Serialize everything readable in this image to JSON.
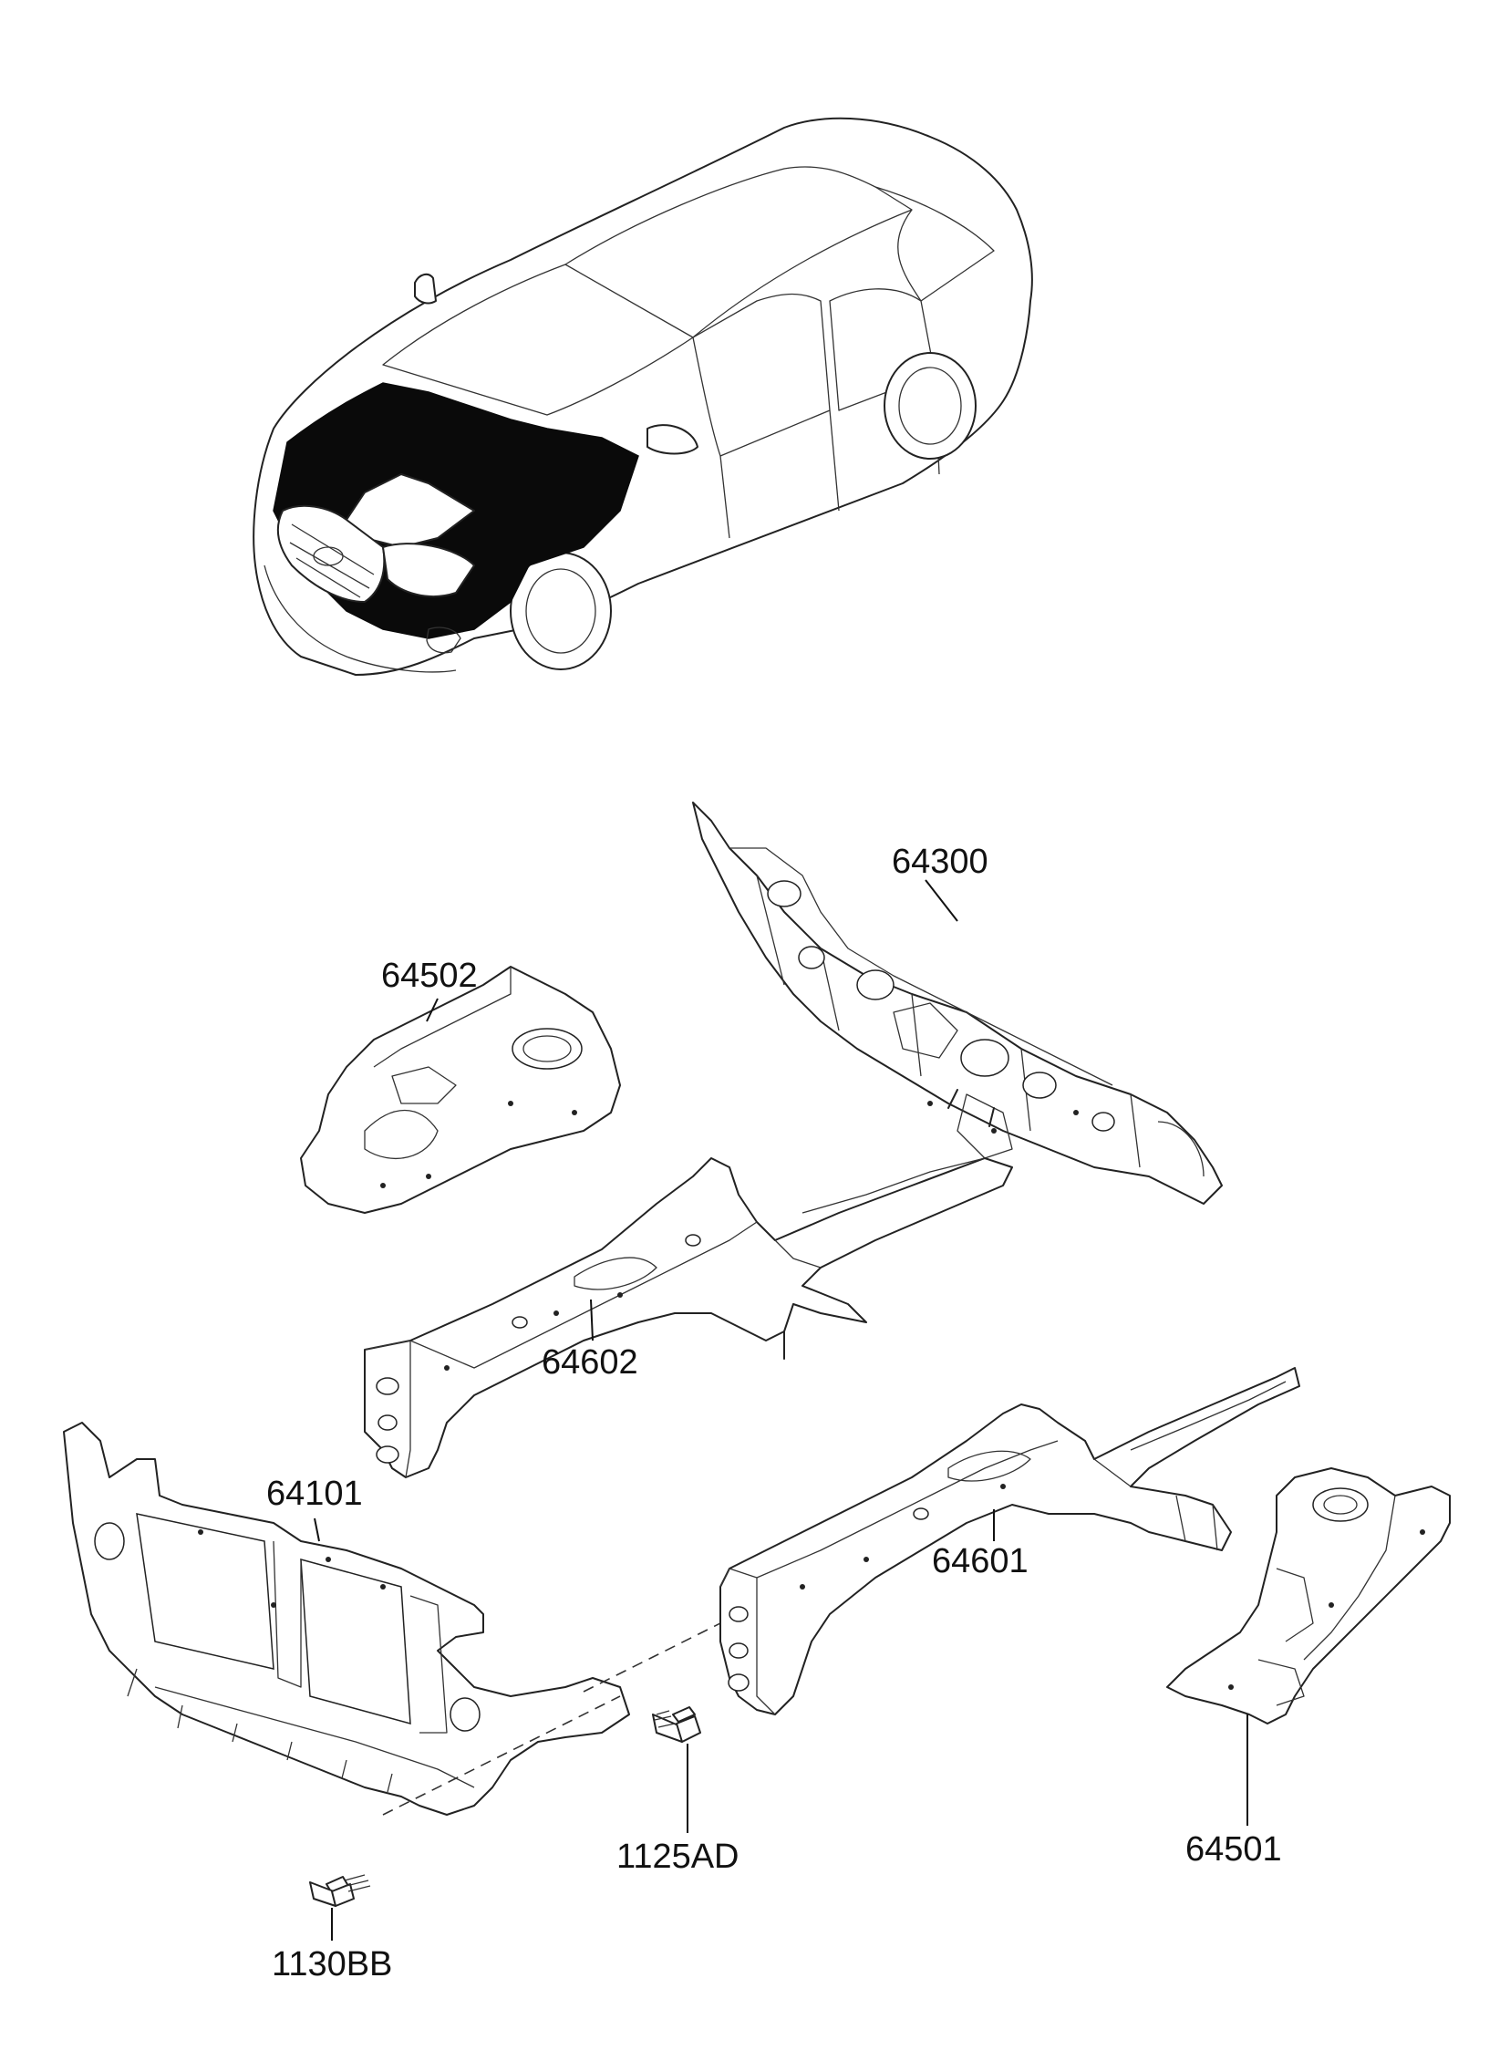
{
  "parts": [
    {
      "id": "p64300",
      "number": "64300"
    },
    {
      "id": "p64502",
      "number": "64502"
    },
    {
      "id": "p64602",
      "number": "64602"
    },
    {
      "id": "p64101",
      "number": "64101"
    },
    {
      "id": "p64601",
      "number": "64601"
    },
    {
      "id": "p64501",
      "number": "64501"
    },
    {
      "id": "p1125AD",
      "number": "1125AD"
    },
    {
      "id": "p1130BB",
      "number": "1130BB"
    }
  ]
}
